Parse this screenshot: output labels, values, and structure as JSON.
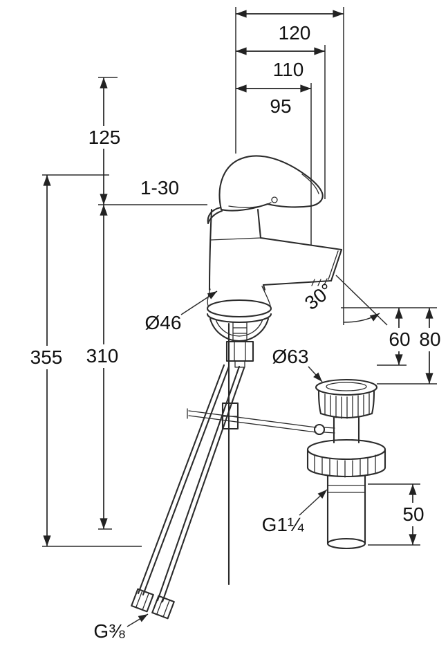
{
  "drawing": {
    "background_color": "#ffffff",
    "line_color": "#2b2b2b",
    "text_color": "#111111",
    "subject": "single-lever basin mixer with pop-up waste, dimensioned technical drawing",
    "labels": {
      "proj_120": "120",
      "proj_110": "110",
      "proj_95": "95",
      "height_125": "125",
      "deck_range": "1-30",
      "base_dia": "Ø46",
      "total_355": "355",
      "below_310": "310",
      "spout_angle": "30°",
      "spout_60": "60",
      "spout_80": "80",
      "waste_dia": "Ø63",
      "waste_thread": "G1¼",
      "waste_50": "50",
      "supply_thread": "G⅜"
    }
  }
}
